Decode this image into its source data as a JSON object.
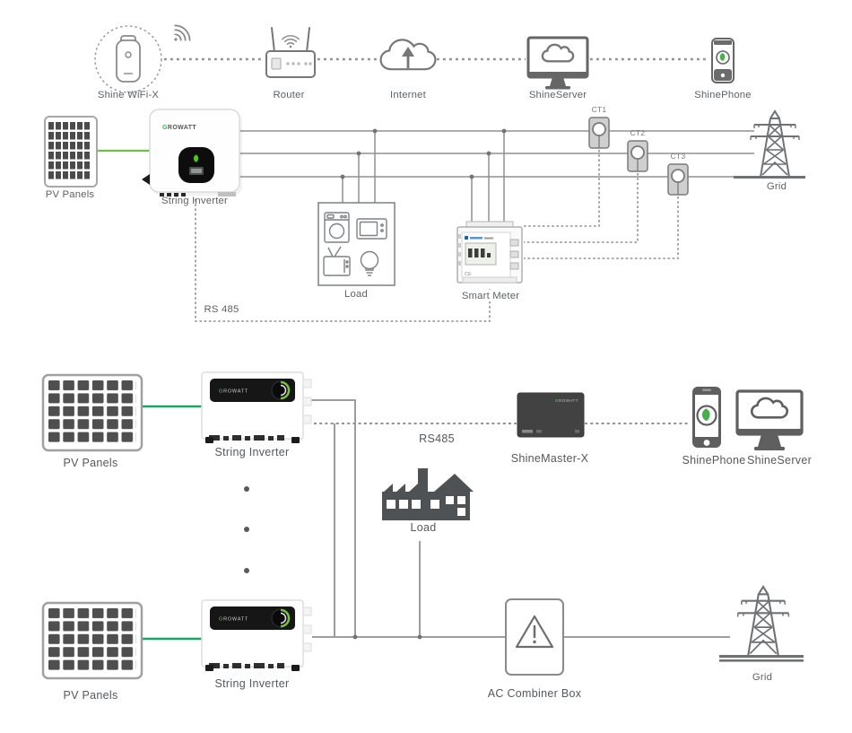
{
  "brand": {
    "g": "G",
    "rest": "ROWATT",
    "full": "GROWATT"
  },
  "colors": {
    "pv_green": "#6abf4b",
    "pv_green_2": "#16a566",
    "brand_green": "#3cb54a",
    "line_gray": "#8f9193",
    "dark_fill": "#55585b",
    "meter_blue": "#1565c0"
  },
  "top_row": {
    "shine_wifix": "Shine WiFi-X",
    "router": "Router",
    "internet": "Internet",
    "shineserver": "ShineServer",
    "shinephone": "ShinePhone"
  },
  "residential": {
    "pv_panels": "PV Panels",
    "string_inverter": "String Inverter",
    "load": "Load",
    "smart_meter": "Smart Meter",
    "rs485": "RS 485",
    "ct1": "CT1",
    "ct2": "CT2",
    "ct3": "CT3",
    "grid": "Grid",
    "meter_ce": "CE"
  },
  "commercial": {
    "pv_panels_top": "PV Panels",
    "string_inverter_top": "String Inverter",
    "rs485": "RS485",
    "shinemaster": "ShineMaster-X",
    "shinephone": "ShinePhone",
    "shineserver": "ShineServer",
    "load": "Load",
    "pv_panels_bottom": "PV Panels",
    "string_inverter_bottom": "String Inverter",
    "ac_combiner": "AC Combiner Box",
    "grid": "Grid"
  }
}
